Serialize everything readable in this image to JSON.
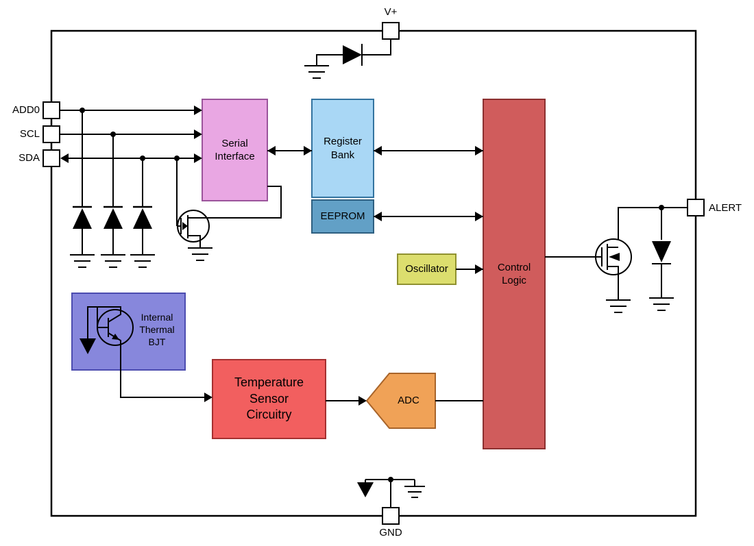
{
  "diagram": {
    "title": "temperature-sensor-ic-functional-block-diagram",
    "pins": {
      "vplus": "V+",
      "add0": "ADD0",
      "scl": "SCL",
      "sda": "SDA",
      "alert": "ALERT",
      "gnd": "GND"
    },
    "blocks": {
      "serial_interface": {
        "label": "Serial\nInterface",
        "fill": "#E9A7E3",
        "border": "#9B549B"
      },
      "register_bank": {
        "label": "Register\nBank",
        "fill": "#A9D7F5",
        "border": "#33739F"
      },
      "eeprom": {
        "label": "EEPROM",
        "fill": "#62A0C6",
        "border": "#2E5F80"
      },
      "oscillator": {
        "label": "Oscillator",
        "fill": "#DCDE6E",
        "border": "#8F9130"
      },
      "control_logic": {
        "label": "Control\nLogic",
        "fill": "#D05C5C",
        "border": "#8B3030"
      },
      "internal_thermal_bjt": {
        "label": "Internal\nThermal\nBJT",
        "fill": "#8787DC",
        "border": "#4C4CAF"
      },
      "temperature_sensor": {
        "label": "Temperature\nSensor\nCircuitry",
        "fill": "#F25F5F",
        "border": "#A53030"
      },
      "adc": {
        "label": "ADC",
        "fill": "#F0A257",
        "border": "#A8642A"
      }
    },
    "wire_color": "#000000"
  }
}
